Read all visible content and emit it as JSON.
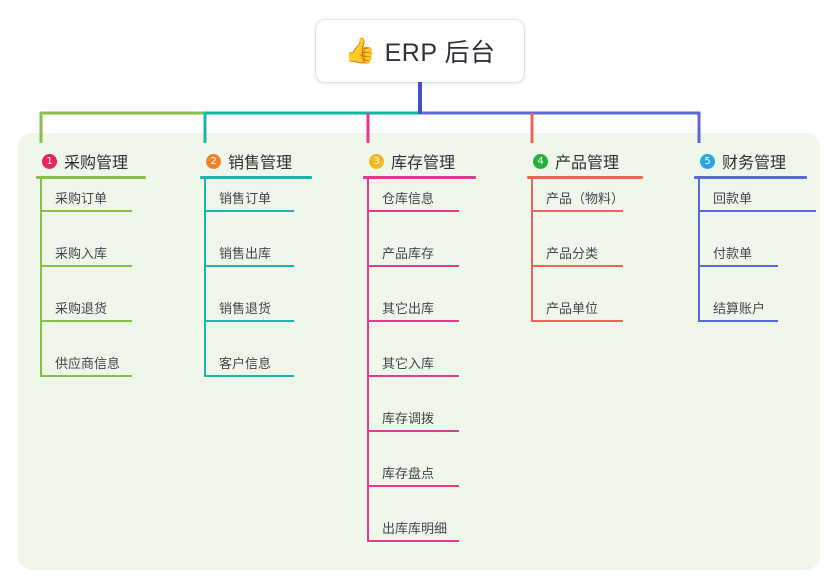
{
  "root": {
    "icon": "thumbs-up-emoji",
    "emoji": "👍",
    "title": "ERP 后台"
  },
  "palette": {
    "panel_bg": "#eef7e9",
    "page_bg": "#ffffff",
    "root_stem": "#4150c8",
    "bus_green": "#7fbc42",
    "bus_teal": "#13b5a6",
    "bus_blue": "#5b6ad0",
    "text": "#3a3a3a"
  },
  "columns": [
    {
      "index": "1",
      "badge_glyph": "❶",
      "badge_color": "#e8245c",
      "line_color": "#86bf4a",
      "title": "采购管理",
      "items": [
        "采购订单",
        "采购入库",
        "采购退货",
        "供应商信息"
      ]
    },
    {
      "index": "2",
      "badge_glyph": "❷",
      "badge_color": "#f2822a",
      "line_color": "#1cb5ad",
      "title": "销售管理",
      "items": [
        "销售订单",
        "销售出库",
        "销售退货",
        "客户信息"
      ]
    },
    {
      "index": "3",
      "badge_glyph": "❸",
      "badge_color": "#f5b824",
      "line_color": "#e5398f",
      "title": "库存管理",
      "items": [
        "仓库信息",
        "产品库存",
        "其它出库",
        "其它入库",
        "库存调拨",
        "库存盘点",
        "出库库明细"
      ]
    },
    {
      "index": "4",
      "badge_glyph": "❹",
      "badge_color": "#24b03e",
      "line_color": "#f0635a",
      "title": "产品管理",
      "items": [
        "产品（物料）",
        "产品分类",
        "产品单位"
      ]
    },
    {
      "index": "5",
      "badge_glyph": "❺",
      "badge_color": "#25a8e0",
      "line_color": "#5b6ad0",
      "title": "财务管理",
      "items": [
        "回款单",
        "付款单",
        "结算账户"
      ]
    }
  ]
}
